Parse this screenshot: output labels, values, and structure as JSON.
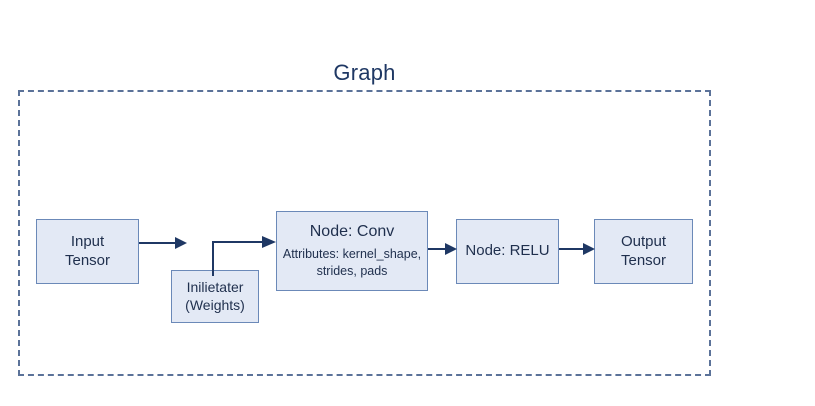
{
  "diagram": {
    "title": "Graph",
    "background_color": "#ffffff",
    "container_border_color": "#5b7299",
    "node_fill_color": "#e3e9f5",
    "node_border_color": "#6b89b8",
    "arrow_color": "#1f3864",
    "title_color": "#1f3864"
  },
  "nodes": {
    "input_tensor": {
      "line1": "Input",
      "line2": "Tensor"
    },
    "initializer": {
      "line1": "Inilietater",
      "line2": "(Weights)"
    },
    "conv": {
      "title": "Node: Conv",
      "attributes": "Attributes: kernel_shape, strides, pads"
    },
    "relu": {
      "label": "Node: RELU"
    },
    "output_tensor": {
      "line1": "Output",
      "line2": "Tensor"
    }
  },
  "connectors": {
    "input_to_conv": "arrow-input-to-conv",
    "initializer_to_conv": "elbow-arrow-initializer-to-conv",
    "conv_to_relu": "arrow-conv-to-relu",
    "relu_to_output": "arrow-relu-to-output"
  }
}
